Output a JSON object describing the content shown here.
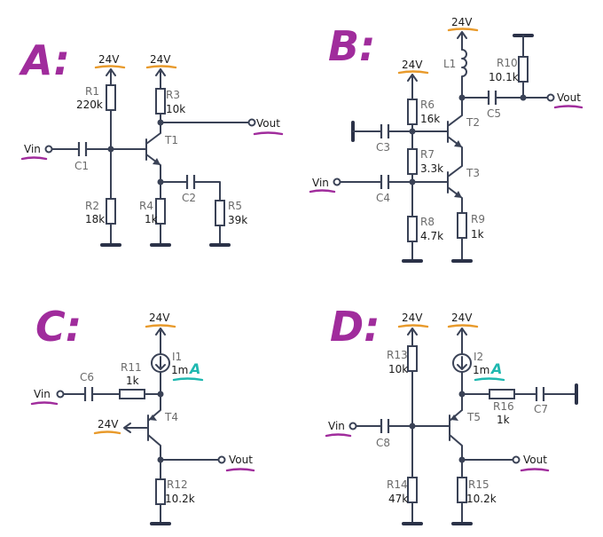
{
  "panels": {
    "A": {
      "label": "A:",
      "supply1": "24V",
      "supply2": "24V",
      "R1": {
        "name": "R1",
        "value": "220k"
      },
      "R2": {
        "name": "R2",
        "value": "18k"
      },
      "R3": {
        "name": "R3",
        "value": "10k"
      },
      "R4": {
        "name": "R4",
        "value": "1k"
      },
      "R5": {
        "name": "R5",
        "value": "39k"
      },
      "C1": "C1",
      "C2": "C2",
      "T1": "T1",
      "vin": "Vin",
      "vout": "Vout"
    },
    "B": {
      "label": "B:",
      "supply1": "24V",
      "supply2": "24V",
      "L1": "L1",
      "R6": {
        "name": "R6",
        "value": "16k"
      },
      "R7": {
        "name": "R7",
        "value": "3.3k"
      },
      "R8": {
        "name": "R8",
        "value": "4.7k"
      },
      "R9": {
        "name": "R9",
        "value": "1k"
      },
      "R10": {
        "name": "R10",
        "value": "10.1k"
      },
      "C3": "C3",
      "C4": "C4",
      "C5": "C5",
      "T2": "T2",
      "T3": "T3",
      "vin": "Vin",
      "vout": "Vout"
    },
    "C": {
      "label": "C:",
      "supply1": "24V",
      "supply2": "24V",
      "I1": {
        "name": "I1",
        "value": "1m",
        "unit": "A"
      },
      "R11": {
        "name": "R11",
        "value": "1k"
      },
      "R12": {
        "name": "R12",
        "value": "10.2k"
      },
      "C6": "C6",
      "T4": "T4",
      "vin": "Vin",
      "vout": "Vout"
    },
    "D": {
      "label": "D:",
      "supply1": "24V",
      "supply2": "24V",
      "I2": {
        "name": "I2",
        "value": "1m",
        "unit": "A"
      },
      "R13": {
        "name": "R13",
        "value": "10k"
      },
      "R14": {
        "name": "R14",
        "value": "47k"
      },
      "R15": {
        "name": "R15",
        "value": "10.2k"
      },
      "R16": {
        "name": "R16",
        "value": "1k"
      },
      "C7": "C7",
      "C8": "C8",
      "T5": "T5",
      "vin": "Vin",
      "vout": "Vout"
    }
  },
  "colors": {
    "wire": "#3a4256",
    "panel_label": "#a02c9c",
    "supply_underline": "#e89a2b",
    "io_underline": "#a02c9c",
    "current_unit": "#1fb8b0"
  }
}
